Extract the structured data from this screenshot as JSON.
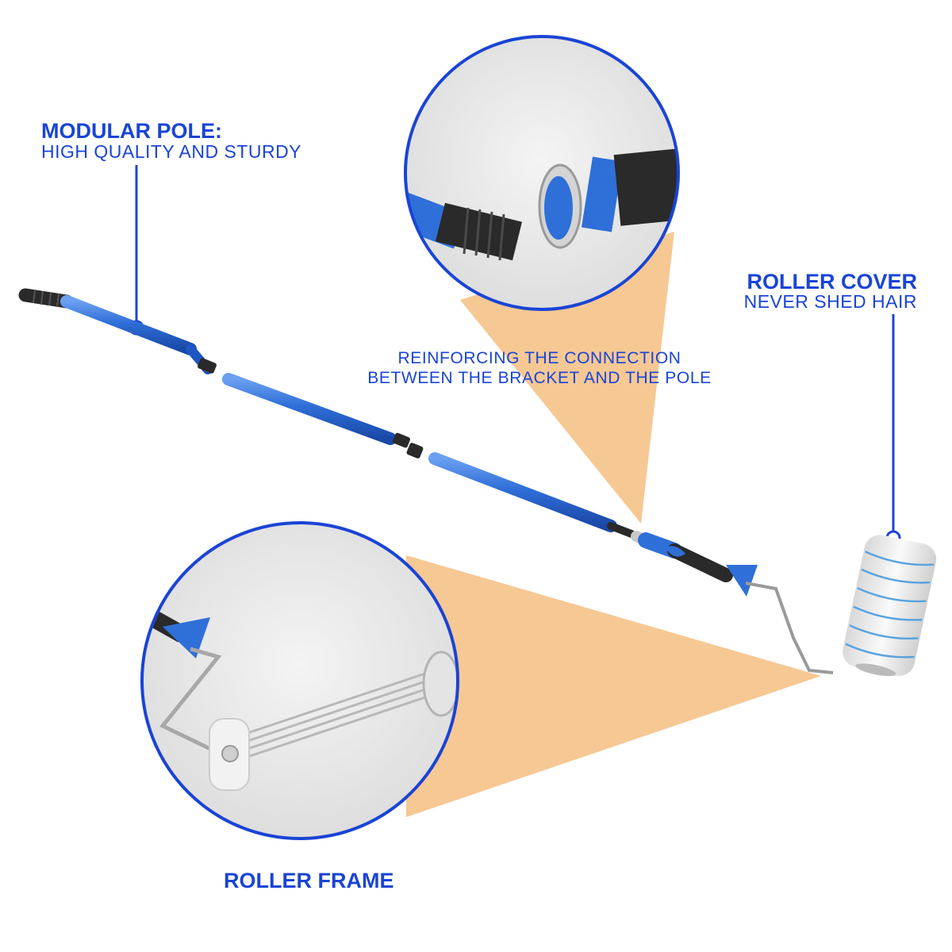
{
  "colors": {
    "brand_blue": "#1a44d6",
    "pole_blue": "#2f6fd8",
    "beam_orange": "#f6c894",
    "grip_dark": "#2a2a2a",
    "callout_bg": "#ececec"
  },
  "modular_pole": {
    "title": "MODULAR POLE:",
    "subtitle": "HIGH QUALITY AND STURDY"
  },
  "roller_cover": {
    "title": "ROLLER COVER",
    "subtitle": "NEVER SHED HAIR"
  },
  "connection_note": {
    "line1": "REINFORCING THE CONNECTION",
    "line2": "BETWEEN THE BRACKET AND THE POLE"
  },
  "roller_frame": {
    "title": "ROLLER FRAME"
  }
}
